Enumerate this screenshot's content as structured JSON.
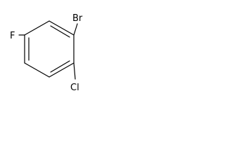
{
  "molecule": {
    "atoms": {
      "bromine": "Br",
      "fluorine": "F",
      "chlorine": "Cl"
    },
    "colors": {
      "bond": "#000000",
      "label": "#000000",
      "background": "#ffffff"
    }
  }
}
